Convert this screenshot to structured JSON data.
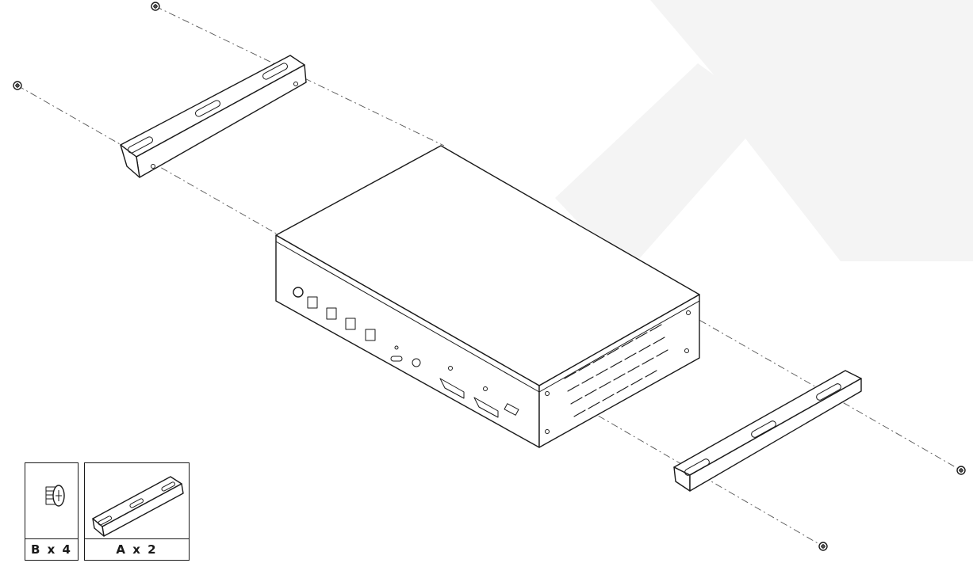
{
  "watermark": {
    "shape": "large-x",
    "color": "#f4f4f4"
  },
  "device": {
    "front_ports": [
      "power-button",
      "button-1",
      "button-2",
      "button-3",
      "button-4",
      "button-5",
      "usb-c",
      "audio-jack",
      "hdmi-1",
      "hdmi-2",
      "usb-a"
    ]
  },
  "parts": [
    {
      "id": "screw",
      "icon": "screw-icon",
      "label": "B x 4"
    },
    {
      "id": "bracket",
      "icon": "bracket-icon",
      "label": "A x 2"
    }
  ],
  "colors": {
    "line": "#1a1a1a",
    "guide": "#555555",
    "watermark": "#f4f4f4"
  }
}
